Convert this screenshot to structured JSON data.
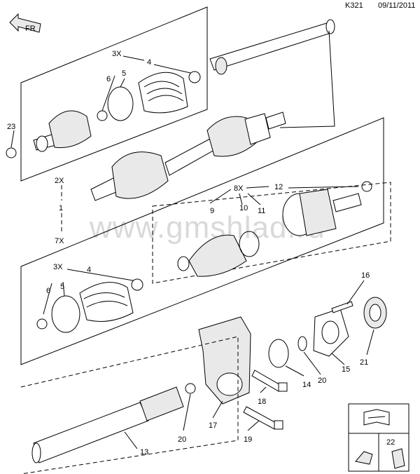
{
  "header": {
    "code": "K321",
    "date": "09/11/2011"
  },
  "watermark": "www.gmshlad.ru",
  "orientation_mark": "FR",
  "quantity_labels": {
    "q_3x_top": "3X",
    "q_2x": "2X",
    "q_8x": "8X",
    "q_7x": "7X",
    "q_3x_low": "3X"
  },
  "callouts": {
    "c1": "1",
    "c4a": "4",
    "c5a": "5",
    "c6a": "6",
    "c23": "23",
    "c9": "9",
    "c10": "10",
    "c11": "11",
    "c12": "12",
    "c4b": "4",
    "c5b": "5",
    "c6b": "6",
    "c16": "16",
    "c14": "14",
    "c20a": "20",
    "c15": "15",
    "c21": "21",
    "c17": "17",
    "c18": "18",
    "c19": "19",
    "c20b": "20",
    "c13": "13",
    "c22": "22"
  }
}
